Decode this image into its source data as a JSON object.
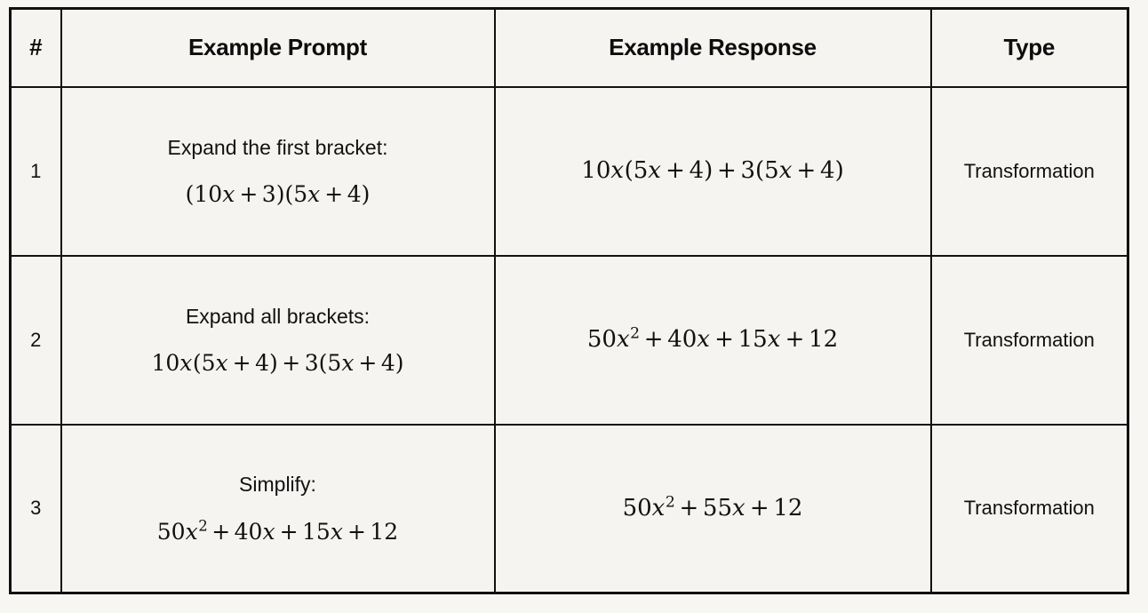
{
  "table": {
    "columns": [
      {
        "key": "num",
        "label": "#"
      },
      {
        "key": "prompt",
        "label": "Example Prompt"
      },
      {
        "key": "resp",
        "label": "Example Response"
      },
      {
        "key": "type",
        "label": "Type"
      }
    ],
    "rows": [
      {
        "num": "1",
        "prompt_instruction": "Expand the first bracket:",
        "prompt_math": "(10x + 3)(5x + 4)",
        "response_math": "10x(5x + 4) + 3(5x + 4)",
        "type": "Transformation"
      },
      {
        "num": "2",
        "prompt_instruction": "Expand all brackets:",
        "prompt_math": "10x(5x + 4) + 3(5x + 4)",
        "response_math": "50x^2 + 40x + 15x + 12",
        "type": "Transformation"
      },
      {
        "num": "3",
        "prompt_instruction": "Simplify:",
        "prompt_math": "50x^2 + 40x + 15x + 12",
        "response_math": "50x^2 + 55x + 12",
        "type": "Transformation"
      }
    ]
  },
  "colors": {
    "page_background": "#f7f6f3",
    "cell_background": "#f5f4f1",
    "border": "#111111",
    "text": "#111111"
  }
}
